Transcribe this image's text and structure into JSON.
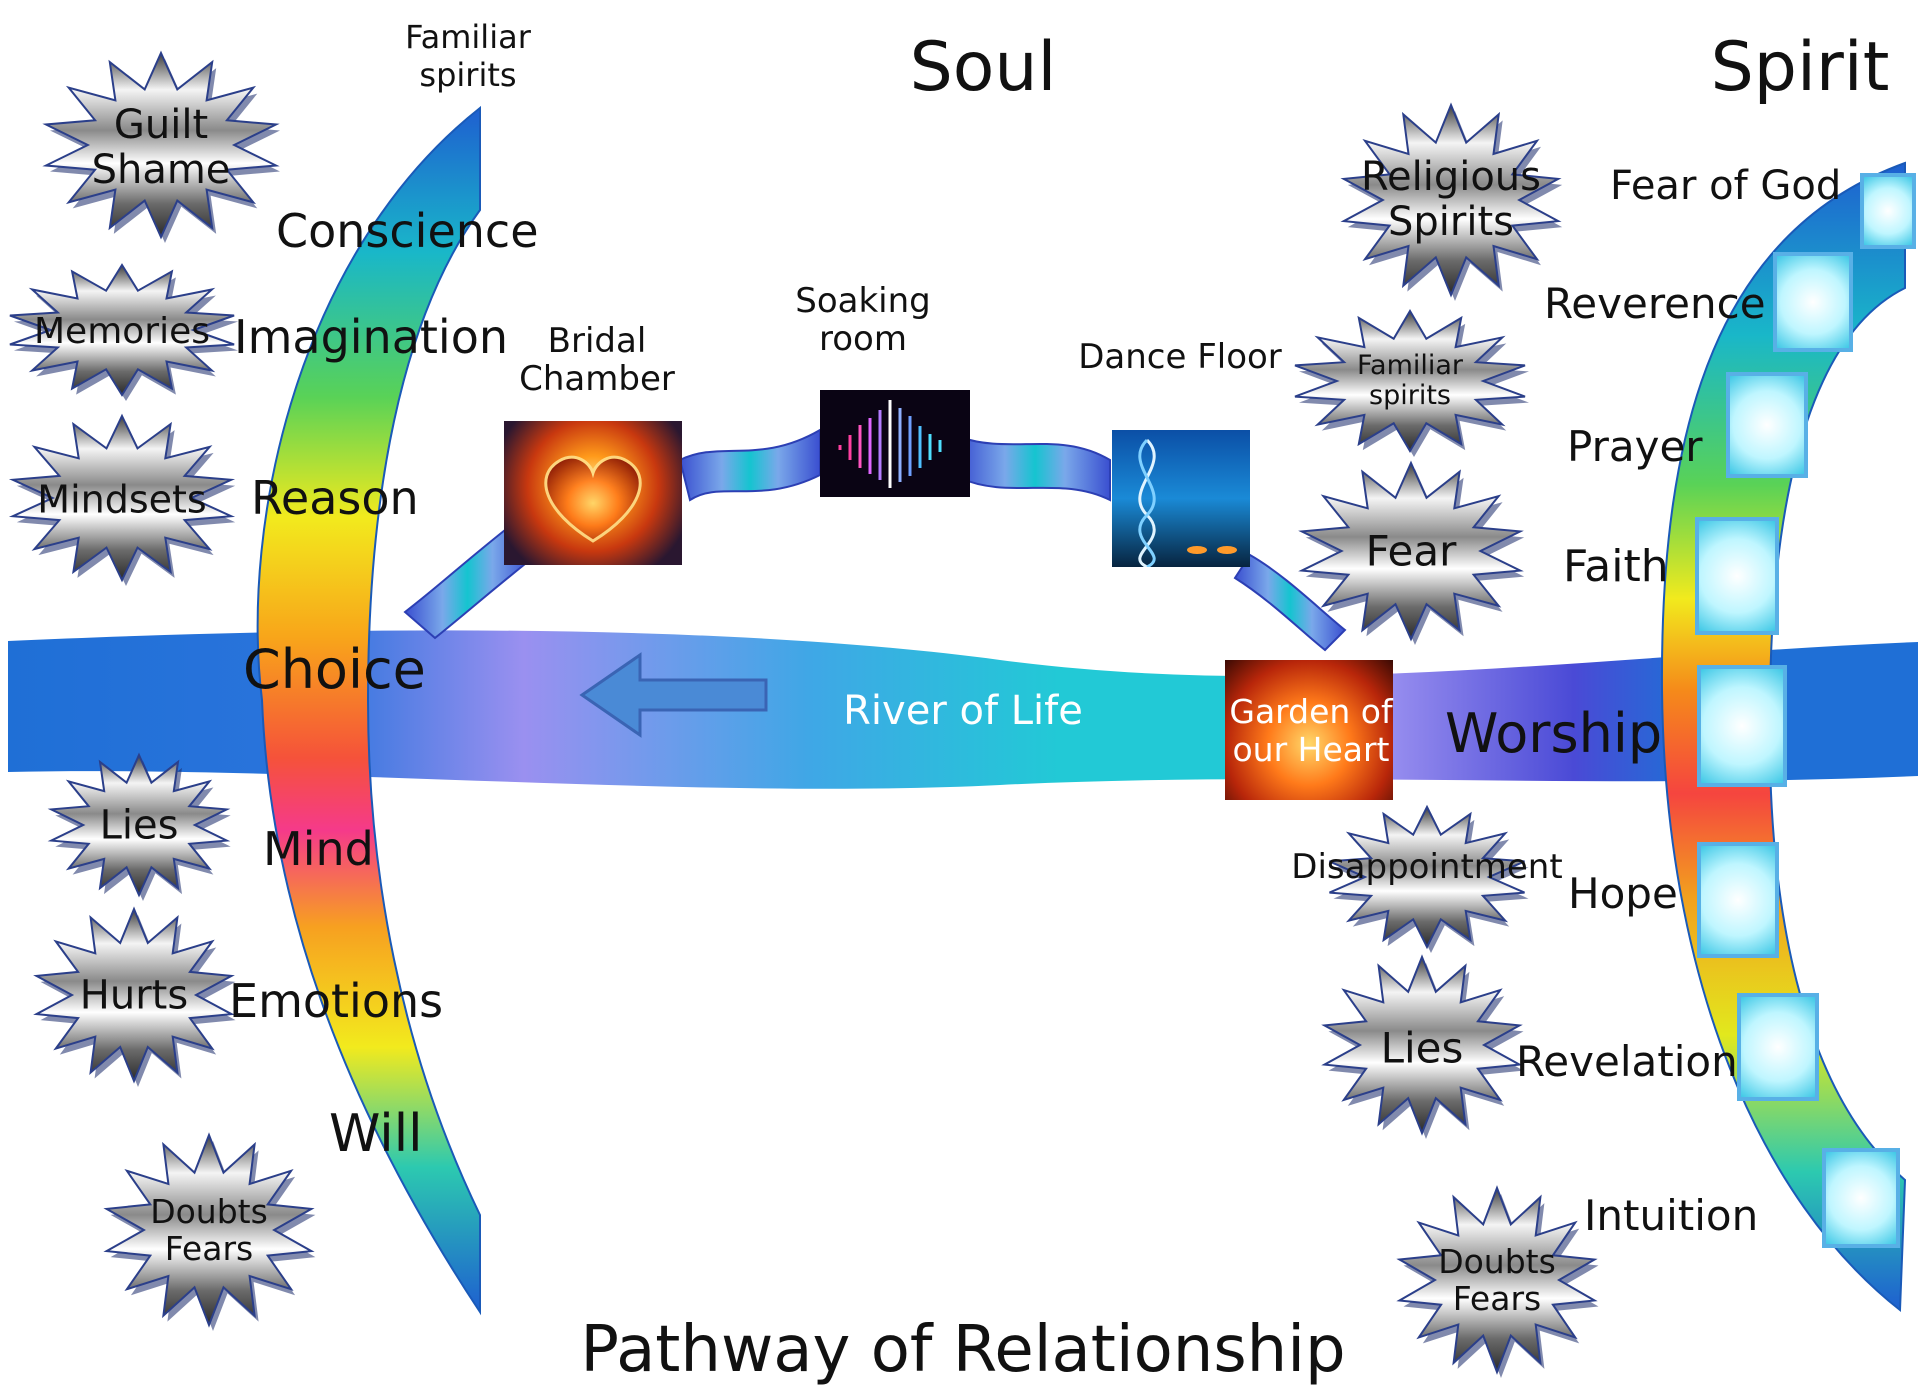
{
  "titles": {
    "soul": "Soul",
    "spirit": "Spirit",
    "bottom": "Pathway of Relationship"
  },
  "left_arc_labels": {
    "familiar_spirits": [
      "Familiar",
      "spirits"
    ],
    "conscience": "Conscience",
    "imagination": "Imagination",
    "reason": "Reason",
    "choice": "Choice",
    "mind": "Mind",
    "emotions": "Emotions",
    "will": "Will"
  },
  "left_bursts": {
    "guilt_shame": [
      "Guilt",
      "Shame"
    ],
    "memories": "Memories",
    "mindsets": "Mindsets",
    "lies": "Lies",
    "hurts": "Hurts",
    "doubts_fears": [
      "Doubts",
      "Fears"
    ]
  },
  "rooms": {
    "bridal_chamber": [
      "Bridal",
      "Chamber"
    ],
    "soaking_room": [
      "Soaking",
      "room"
    ],
    "dance_floor": "Dance Floor",
    "garden": [
      "Garden of",
      "our Heart"
    ]
  },
  "river": {
    "label": "River of Life",
    "worship": "Worship"
  },
  "right_bursts": {
    "religious_spirits": [
      "Religious",
      "Spirits"
    ],
    "familiar_spirits": [
      "Familiar",
      "spirits"
    ],
    "fear": "Fear",
    "disappointment": "Disappointment",
    "lies": "Lies",
    "doubts_fears": [
      "Doubts",
      "Fears"
    ]
  },
  "spirit_labels": {
    "fear_of_god": "Fear of God",
    "reverence": "Reverence",
    "prayer": "Prayer",
    "faith": "Faith",
    "hope": "Hope",
    "revelation": "Revelation",
    "intuition": "Intuition"
  },
  "colors": {
    "river_blue": "#1f6fd6",
    "river_cyan": "#22c9d6",
    "river_violet": "#9a90f0",
    "door_glow": "#bff6ff"
  }
}
